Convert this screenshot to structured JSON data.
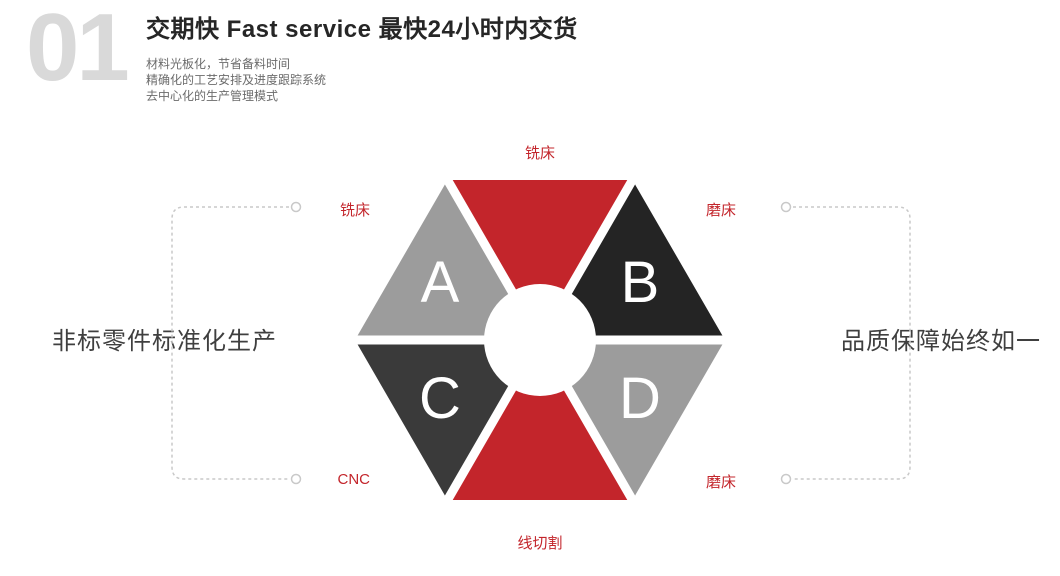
{
  "header": {
    "number": "01",
    "title": "交期快  Fast service 最快24小时内交货",
    "subtitles": [
      "材料光板化，节省备料时间",
      "精确化的工艺安排及进度跟踪系统",
      "去中心化的生产管理模式"
    ]
  },
  "captions": {
    "left": "非标零件标准化生产",
    "right": "品质保障始终如一"
  },
  "diagram": {
    "labels": {
      "top": "铣床",
      "upper_left": "铣床",
      "upper_right": "磨床",
      "lower_left": "CNC",
      "lower_right": "磨床",
      "bottom": "线切割"
    },
    "segments": {
      "top": {
        "letter": "",
        "color": "#c3252b"
      },
      "upper_left": {
        "letter": "A",
        "color": "#9c9c9c"
      },
      "upper_right": {
        "letter": "B",
        "color": "#242424"
      },
      "lower_left": {
        "letter": "C",
        "color": "#3a3a3a"
      },
      "lower_right": {
        "letter": "D",
        "color": "#9c9c9c"
      },
      "bottom": {
        "letter": "",
        "color": "#c3252b"
      }
    },
    "colors": {
      "label_red": "#c3252b",
      "connector_gray": "#c9c9c9",
      "letter_white": "#ffffff",
      "number_gray": "#d9d9d9"
    }
  }
}
